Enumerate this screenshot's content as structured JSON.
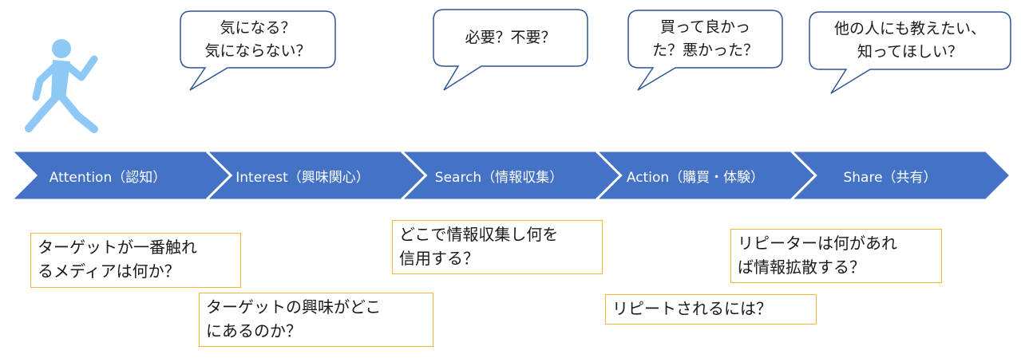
{
  "colors": {
    "arrow": "#4472c4",
    "arrow_separator": "#ffffff",
    "figure": "#8ec8f5",
    "bubble_border": "#2f5597",
    "note_border": "#f2b632"
  },
  "icons": {
    "person": "walking-person-icon"
  },
  "stages": [
    {
      "label": "Attention（認知）"
    },
    {
      "label": "Interest（興味関心）"
    },
    {
      "label": "Search（情報収集）"
    },
    {
      "label": "Action（購買・体験）"
    },
    {
      "label": "Share（共有）"
    }
  ],
  "bubbles": [
    {
      "text": "気になる？\n気にならない？"
    },
    {
      "text": "必要？不要？"
    },
    {
      "text": "買って良かっ\nた？悪かった？"
    },
    {
      "text": "他の人にも教えたい、\n知ってほしい？"
    }
  ],
  "notes": [
    {
      "text": "ターゲットが一番触れ\nるメディアは何か？"
    },
    {
      "text": "ターゲットの興味がどこ\nにあるのか？"
    },
    {
      "text": "どこで情報収集し何を\n信用する？"
    },
    {
      "text": "リピートされるには？"
    },
    {
      "text": "リピーターは何があれ\nば情報拡散する？"
    }
  ]
}
